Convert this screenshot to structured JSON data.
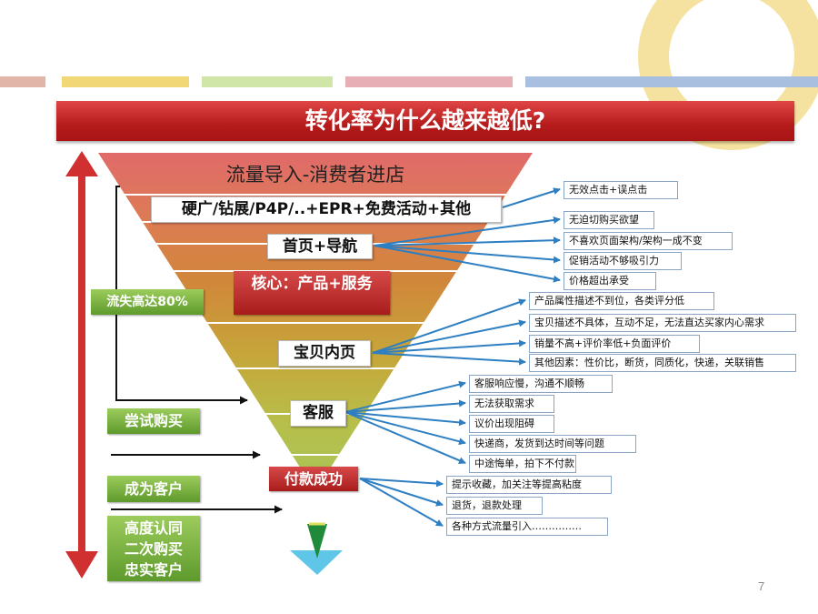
{
  "title": "转化率为什么越来越低?",
  "page_number": "7",
  "colors": {
    "bar1": "#e1b5a8",
    "bar2": "#f2d776",
    "bar3": "#cfe6a8",
    "bar4": "#e8aeb5",
    "bar5": "#a9bfe0",
    "ring": "#f6e2a0",
    "banner": "#c22626",
    "arrow_blue": "#2e7fc2",
    "side_arrow": "#d03030"
  },
  "funnel": {
    "top": "流量导入-消费者进店",
    "stage1": "硬广/钻展/P4P/..+EPR+免费活动+其他",
    "stage2": "首页+导航",
    "core": "核心：产品+服务",
    "stage3": "宝贝内页",
    "stage4": "客服",
    "stage5": "付款成功"
  },
  "left_labels": {
    "loss": "流失高达80%",
    "try": "尝试购买",
    "customer": "成为客户",
    "loyal1": "高度认同",
    "loyal2": "二次购买",
    "loyal3": "忠实客户"
  },
  "reasons": {
    "stage1": [
      "无效点击+误点击"
    ],
    "stage2": [
      "无迫切购买欲望",
      "不喜欢页面架构/架构一成不变",
      "促销活动不够吸引力",
      "价格超出承受"
    ],
    "stage3": [
      "产品属性描述不到位，各类评分低",
      "宝贝描述不具体，互动不足，无法直达买家内心需求",
      "销量不高+评价率低+负面评价",
      "其他因素：性价比，断货，同质化，快递，关联销售"
    ],
    "stage4": [
      "客服响应慢，沟通不顺畅",
      "无法获取需求",
      "议价出现阻碍",
      "快递商，发货到达时间等问题",
      "中途悔单，拍下不付款"
    ],
    "stage5": [
      "提示收藏，加关注等提高粘度",
      "退货，退款处理",
      "各种方式流量引入……………"
    ]
  }
}
